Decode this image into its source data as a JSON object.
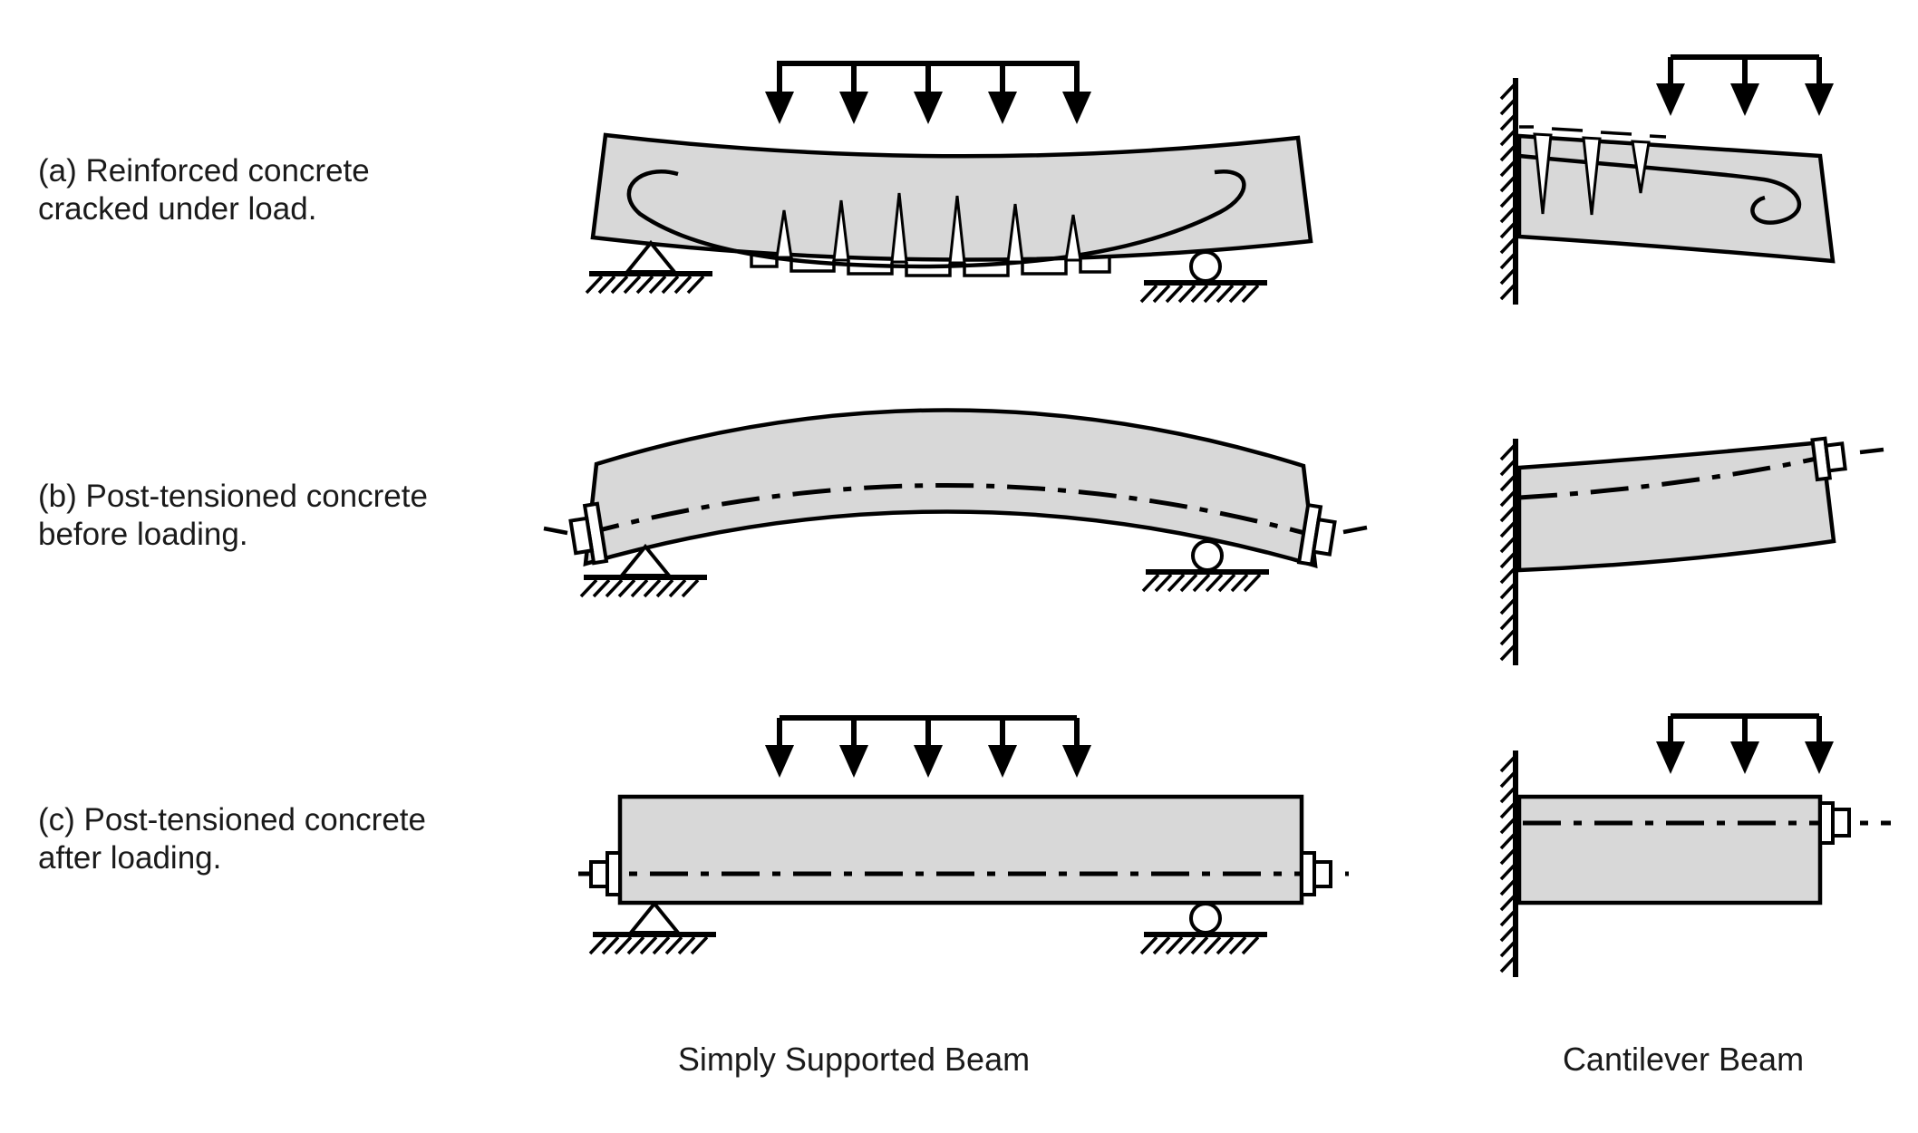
{
  "colors": {
    "beam_fill": "#d8d8d8",
    "line": "#000000",
    "text": "#1a1a1a",
    "crack_fill": "#ffffff",
    "background": "#ffffff"
  },
  "figure": {
    "rows": [
      {
        "id": "a",
        "label": "(a) Reinforced concrete cracked under load."
      },
      {
        "id": "b",
        "label": "(b) Post-tensioned concrete before loading."
      },
      {
        "id": "c",
        "label": "(c) Post-tensioned concrete after loading."
      }
    ],
    "columns": [
      {
        "id": "simply_supported",
        "caption": "Simply Supported Beam"
      },
      {
        "id": "cantilever",
        "caption": "Cantilever Beam"
      }
    ],
    "symbols": {
      "distributed_load": "downward-arrows-linked-by-bar",
      "pin_support": "triangle-on-hatched-ground",
      "roller_support": "circle-on-hatched-ground",
      "fixed_support": "hatched-wall",
      "tendon": "dash-dot-centerline-with-end-anchors",
      "reinforcement": "hooked-rebar-curve",
      "crack": "v-notch"
    },
    "diagrams": [
      {
        "row": "a",
        "column": "simply_supported",
        "load_arrows": 5,
        "cracks": 6,
        "supports": [
          "pin",
          "roller"
        ],
        "shape": "sagging"
      },
      {
        "row": "a",
        "column": "cantilever",
        "load_arrows": 3,
        "cracks": 3,
        "supports": [
          "fixed_wall"
        ],
        "shape": "tip-deflected-down"
      },
      {
        "row": "b",
        "column": "simply_supported",
        "load_arrows": 0,
        "cracks": 0,
        "supports": [
          "pin",
          "roller"
        ],
        "tendon_anchors": 2,
        "shape": "cambered-up"
      },
      {
        "row": "b",
        "column": "cantilever",
        "load_arrows": 0,
        "cracks": 0,
        "supports": [
          "fixed_wall"
        ],
        "tendon_anchors": 1,
        "shape": "tip-cambered-up"
      },
      {
        "row": "c",
        "column": "simply_supported",
        "load_arrows": 5,
        "cracks": 0,
        "supports": [
          "pin",
          "roller"
        ],
        "tendon_anchors": 2,
        "shape": "straight"
      },
      {
        "row": "c",
        "column": "cantilever",
        "load_arrows": 3,
        "cracks": 0,
        "supports": [
          "fixed_wall"
        ],
        "tendon_anchors": 1,
        "shape": "straight"
      }
    ]
  }
}
